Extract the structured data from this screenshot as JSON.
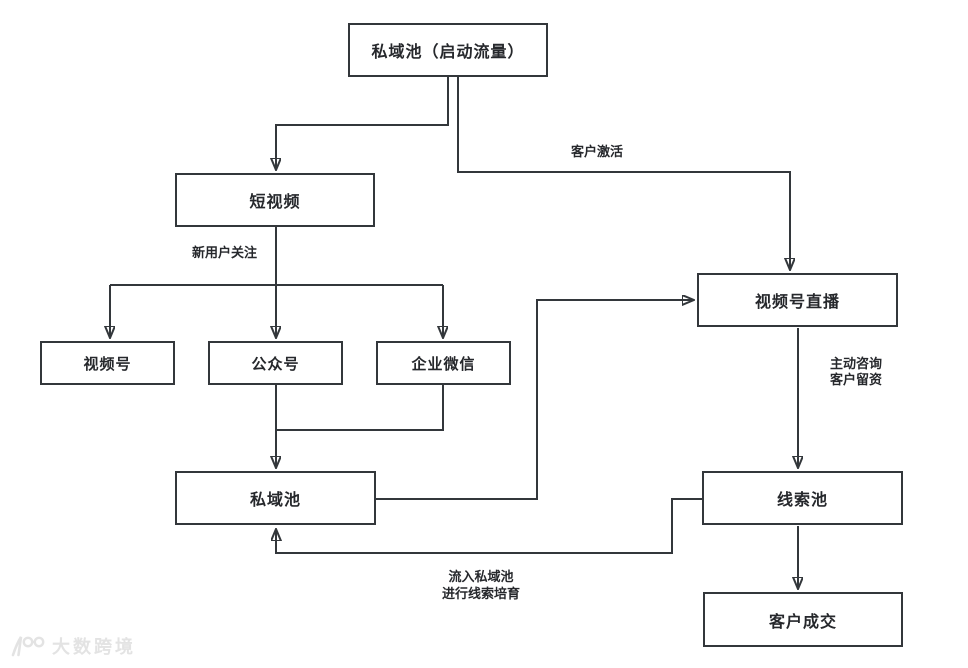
{
  "diagram": {
    "nodes": {
      "seed_pool": {
        "label": "私域池（启动流量）"
      },
      "short_video": {
        "label": "短视频"
      },
      "channels_live": {
        "label": "视频号直播"
      },
      "video_channel": {
        "label": "视频号"
      },
      "official_account": {
        "label": "公众号"
      },
      "enterprise_wechat": {
        "label": "企业微信"
      },
      "private_pool": {
        "label": "私域池"
      },
      "leads_pool": {
        "label": "线索池"
      },
      "customer_deal": {
        "label": "客户成交"
      }
    },
    "edge_labels": {
      "customer_activation": "客户激活",
      "new_user_follow": "新用户关注",
      "inquiry_line1": "主动咨询",
      "inquiry_line2": "客户留资",
      "nurture_line1": "流入私域池",
      "nurture_line2": "进行线索培育"
    },
    "watermark": {
      "logo_icon": "dashu-glasses-logo",
      "brand": "大数跨境"
    },
    "colors": {
      "line": "#33373b",
      "node_border": "#33373b",
      "node_text": "#26282c",
      "background": "#ffffff",
      "watermark": "#e3e3e3"
    }
  }
}
